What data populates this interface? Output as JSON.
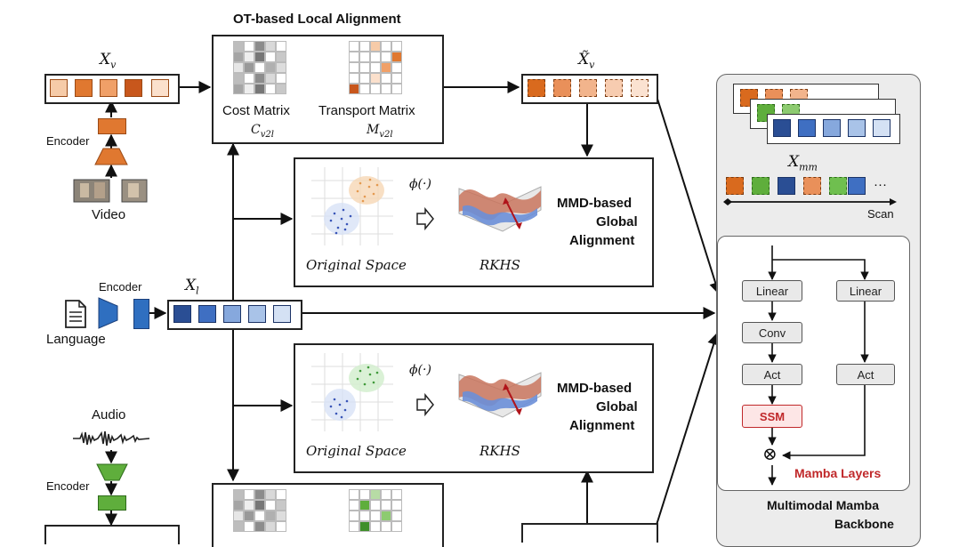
{
  "ot_title": "OT-based Local Alignment",
  "labels": {
    "cost_matrix": "Cost Matrix",
    "cost_symbol": "C",
    "cost_sub": "v2l",
    "transport_matrix": "Transport Matrix",
    "transport_symbol": "M",
    "transport_sub": "v2l"
  },
  "vars": {
    "xv": "X",
    "xv_sub": "v",
    "xv_tilde": "X̃",
    "xv_tilde_sub": "v",
    "xl": "X",
    "xl_sub": "l",
    "xmm": "X",
    "xmm_sub": "mm"
  },
  "modalities": {
    "video": "Video",
    "language": "Language",
    "audio": "Audio",
    "encoder": "Encoder"
  },
  "mmd": {
    "phi": "ϕ(·)",
    "title_line1": "MMD-based",
    "title_line2": "Global",
    "title_line3": "Alignment",
    "original_space": "Original Space",
    "rkhs": "RKHS"
  },
  "backbone": {
    "scan": "Scan",
    "ellipsis": "···",
    "linear": "Linear",
    "conv": "Conv",
    "act": "Act",
    "ssm": "SSM",
    "otimes": "⊗",
    "mamba_layers": "Mamba Layers",
    "title_line1": "Multimodal Mamba",
    "title_line2": "Backbone"
  },
  "colors": {
    "video_light": "#f6cba8",
    "video_dark": "#e07830",
    "video_darker": "#c8571c",
    "lang_dark": "#2f5aa6",
    "lang_light": "#a9c3e8",
    "audio": "#5fae3c",
    "ssm_red": "#c0282a"
  }
}
